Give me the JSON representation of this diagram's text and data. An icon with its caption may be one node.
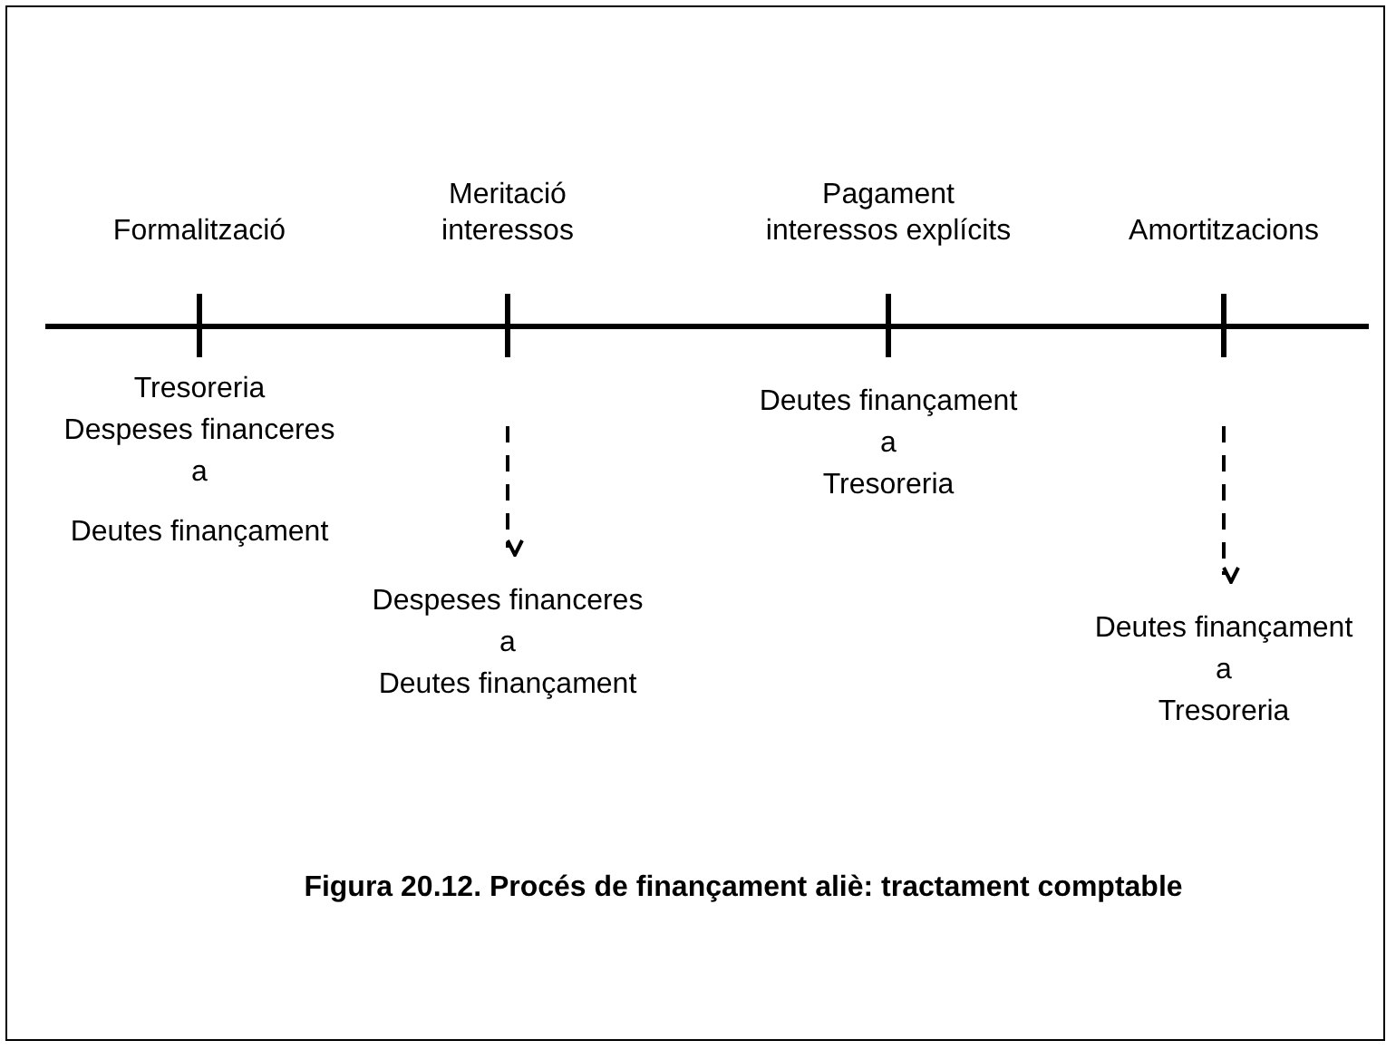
{
  "diagram": {
    "caption": "Figura 20.12. Procés de finançament aliè: tractament comptable",
    "nodes": [
      {
        "text": [
          "Despeses financeres",
          "a",
          "Deutes finançament"
        ]
      },
      {
        "text": [
          "Deutes finançament",
          "a",
          "Tresoreria"
        ]
      }
    ],
    "edges": [
      {
        "from": null,
        "to": 0,
        "arrow": "to",
        "style": "dashed"
      },
      {
        "from": null,
        "to": 1,
        "arrow": "to",
        "style": "dashed"
      }
    ],
    "labels": [
      "Formalització",
      "Meritació interessos",
      "Pagament interessos explícits",
      "Amortitzacions",
      "Tresoreria",
      "Despeses financeres",
      "a",
      "Deutes finançament",
      "Deutes finançament",
      "a",
      "Tresoreria"
    ]
  }
}
